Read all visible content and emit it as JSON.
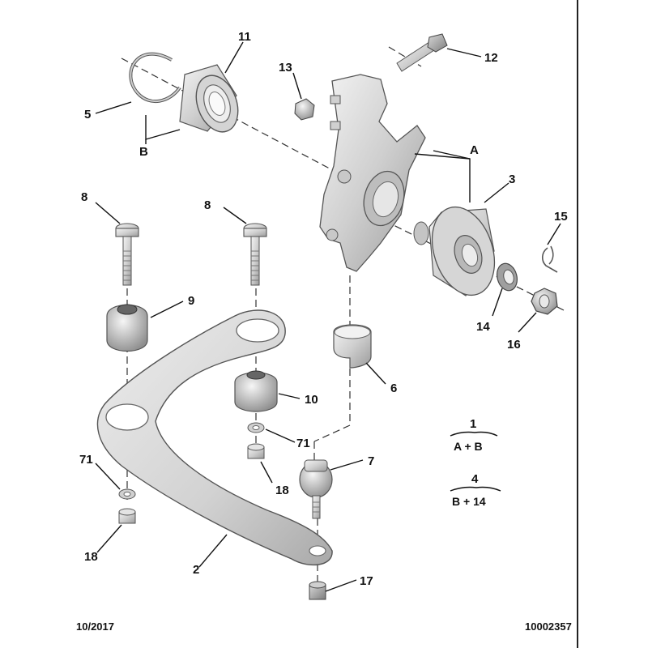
{
  "callouts": {
    "c1": "1",
    "c2": "2",
    "c3": "3",
    "c4": "4",
    "c5": "5",
    "c6": "6",
    "c7": "7",
    "c8a": "8",
    "c8b": "8",
    "c9": "9",
    "c10": "10",
    "c11": "11",
    "c12": "12",
    "c13": "13",
    "c14": "14",
    "c15": "15",
    "c16": "16",
    "c17": "17",
    "c18a": "18",
    "c18b": "18",
    "c71a": "71",
    "c71b": "71",
    "cA": "A",
    "cB": "B"
  },
  "legend": {
    "kit1_number": "1",
    "kit1_formula": "A + B",
    "kit4_number": "4",
    "kit4_formula": "B + 14"
  },
  "footer": {
    "date": "10/2017",
    "reference": "10002357"
  }
}
